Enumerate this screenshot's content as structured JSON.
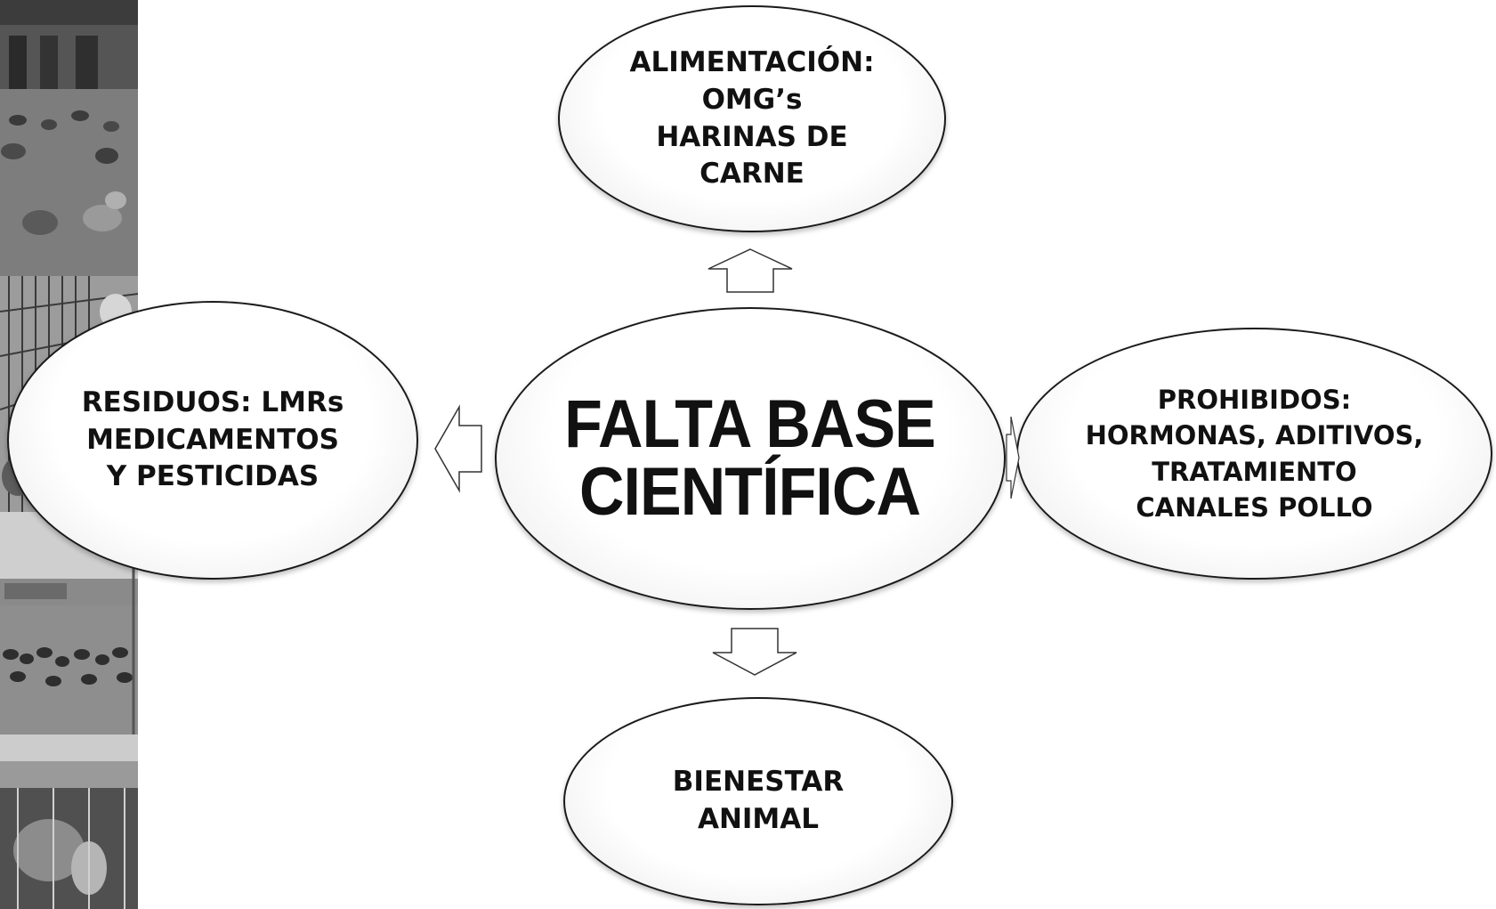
{
  "photo_strip": {
    "photos": [
      {
        "name": "chickens-free-range-barn"
      },
      {
        "name": "chickens-cage-rows"
      },
      {
        "name": "chickens-outdoor-field"
      },
      {
        "name": "chickens-cage-closeup"
      }
    ]
  },
  "diagram": {
    "center": {
      "text": "FALTA BASE\nCIENTÍFICA"
    },
    "top": {
      "text": "ALIMENTACIÓN:\nOMG’s\nHARINAS DE\nCARNE"
    },
    "left": {
      "text": "RESIDUOS: LMRs\nMEDICAMENTOS\nY PESTICIDAS"
    },
    "right": {
      "text": "PROHIBIDOS:\nHORMONAS, ADITIVOS,\nTRATAMIENTO\nCANALES POLLO"
    },
    "bottom": {
      "text": "BIENESTAR\nANIMAL"
    }
  },
  "colors": {
    "outline": "#1a1a1a",
    "text": "#111111",
    "background": "#ffffff"
  }
}
